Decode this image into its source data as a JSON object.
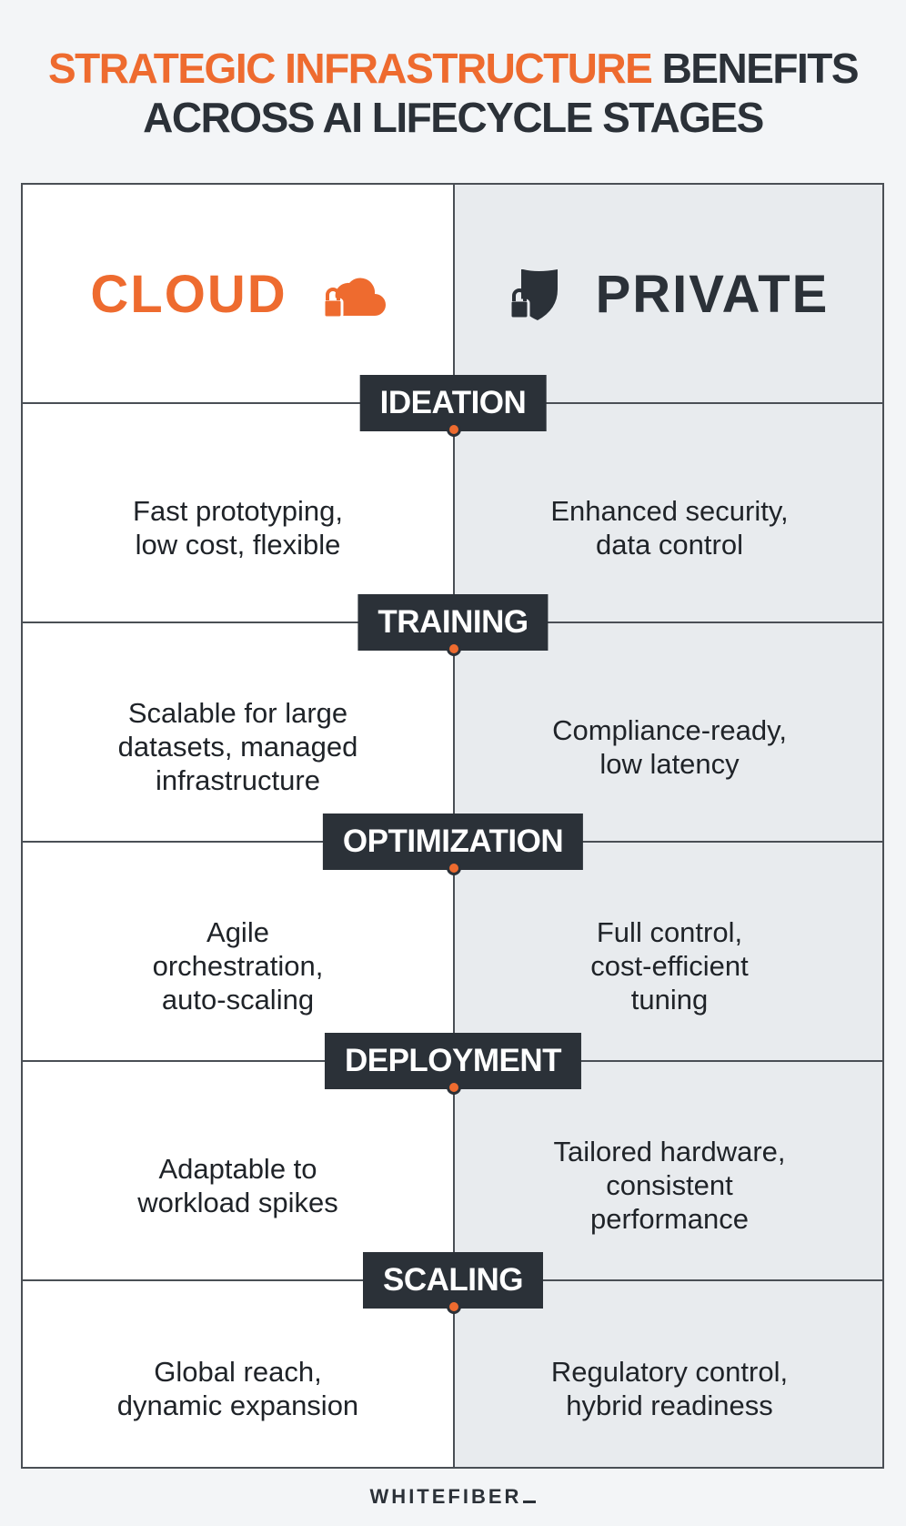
{
  "title": {
    "highlight": "STRATEGIC INFRASTRUCTURE",
    "rest_line1": " BENEFITS",
    "line2": "ACROSS AI LIFECYCLE STAGES"
  },
  "columns": {
    "cloud": {
      "label": "CLOUD",
      "icon": "cloud-lock-icon",
      "color": "#ee6b2f"
    },
    "private": {
      "label": "PRIVATE",
      "icon": "shield-lock-icon",
      "color": "#2b3138"
    }
  },
  "stages": [
    {
      "name": "IDEATION",
      "cloud": [
        "Fast prototyping,",
        "low cost, flexible"
      ],
      "private": [
        "Enhanced security,",
        "data control"
      ]
    },
    {
      "name": "TRAINING",
      "cloud": [
        "Scalable for large",
        "datasets, managed",
        "infrastructure"
      ],
      "private": [
        "Compliance-ready,",
        "low latency"
      ]
    },
    {
      "name": "OPTIMIZATION",
      "cloud": [
        "Agile",
        "orchestration,",
        "auto-scaling"
      ],
      "private": [
        "Full control,",
        "cost-efficient",
        "tuning"
      ]
    },
    {
      "name": "DEPLOYMENT",
      "cloud": [
        "Adaptable to",
        "workload spikes"
      ],
      "private": [
        "Tailored hardware,",
        "consistent",
        "performance"
      ]
    },
    {
      "name": "SCALING",
      "cloud": [
        "Global reach,",
        "dynamic expansion"
      ],
      "private": [
        "Regulatory control,",
        "hybrid readiness"
      ]
    }
  ],
  "footer": {
    "logo": "WHITEFIBER"
  },
  "colors": {
    "accent": "#ee6b2f",
    "dark": "#2b3138",
    "private_bg": "#e8ebee"
  }
}
